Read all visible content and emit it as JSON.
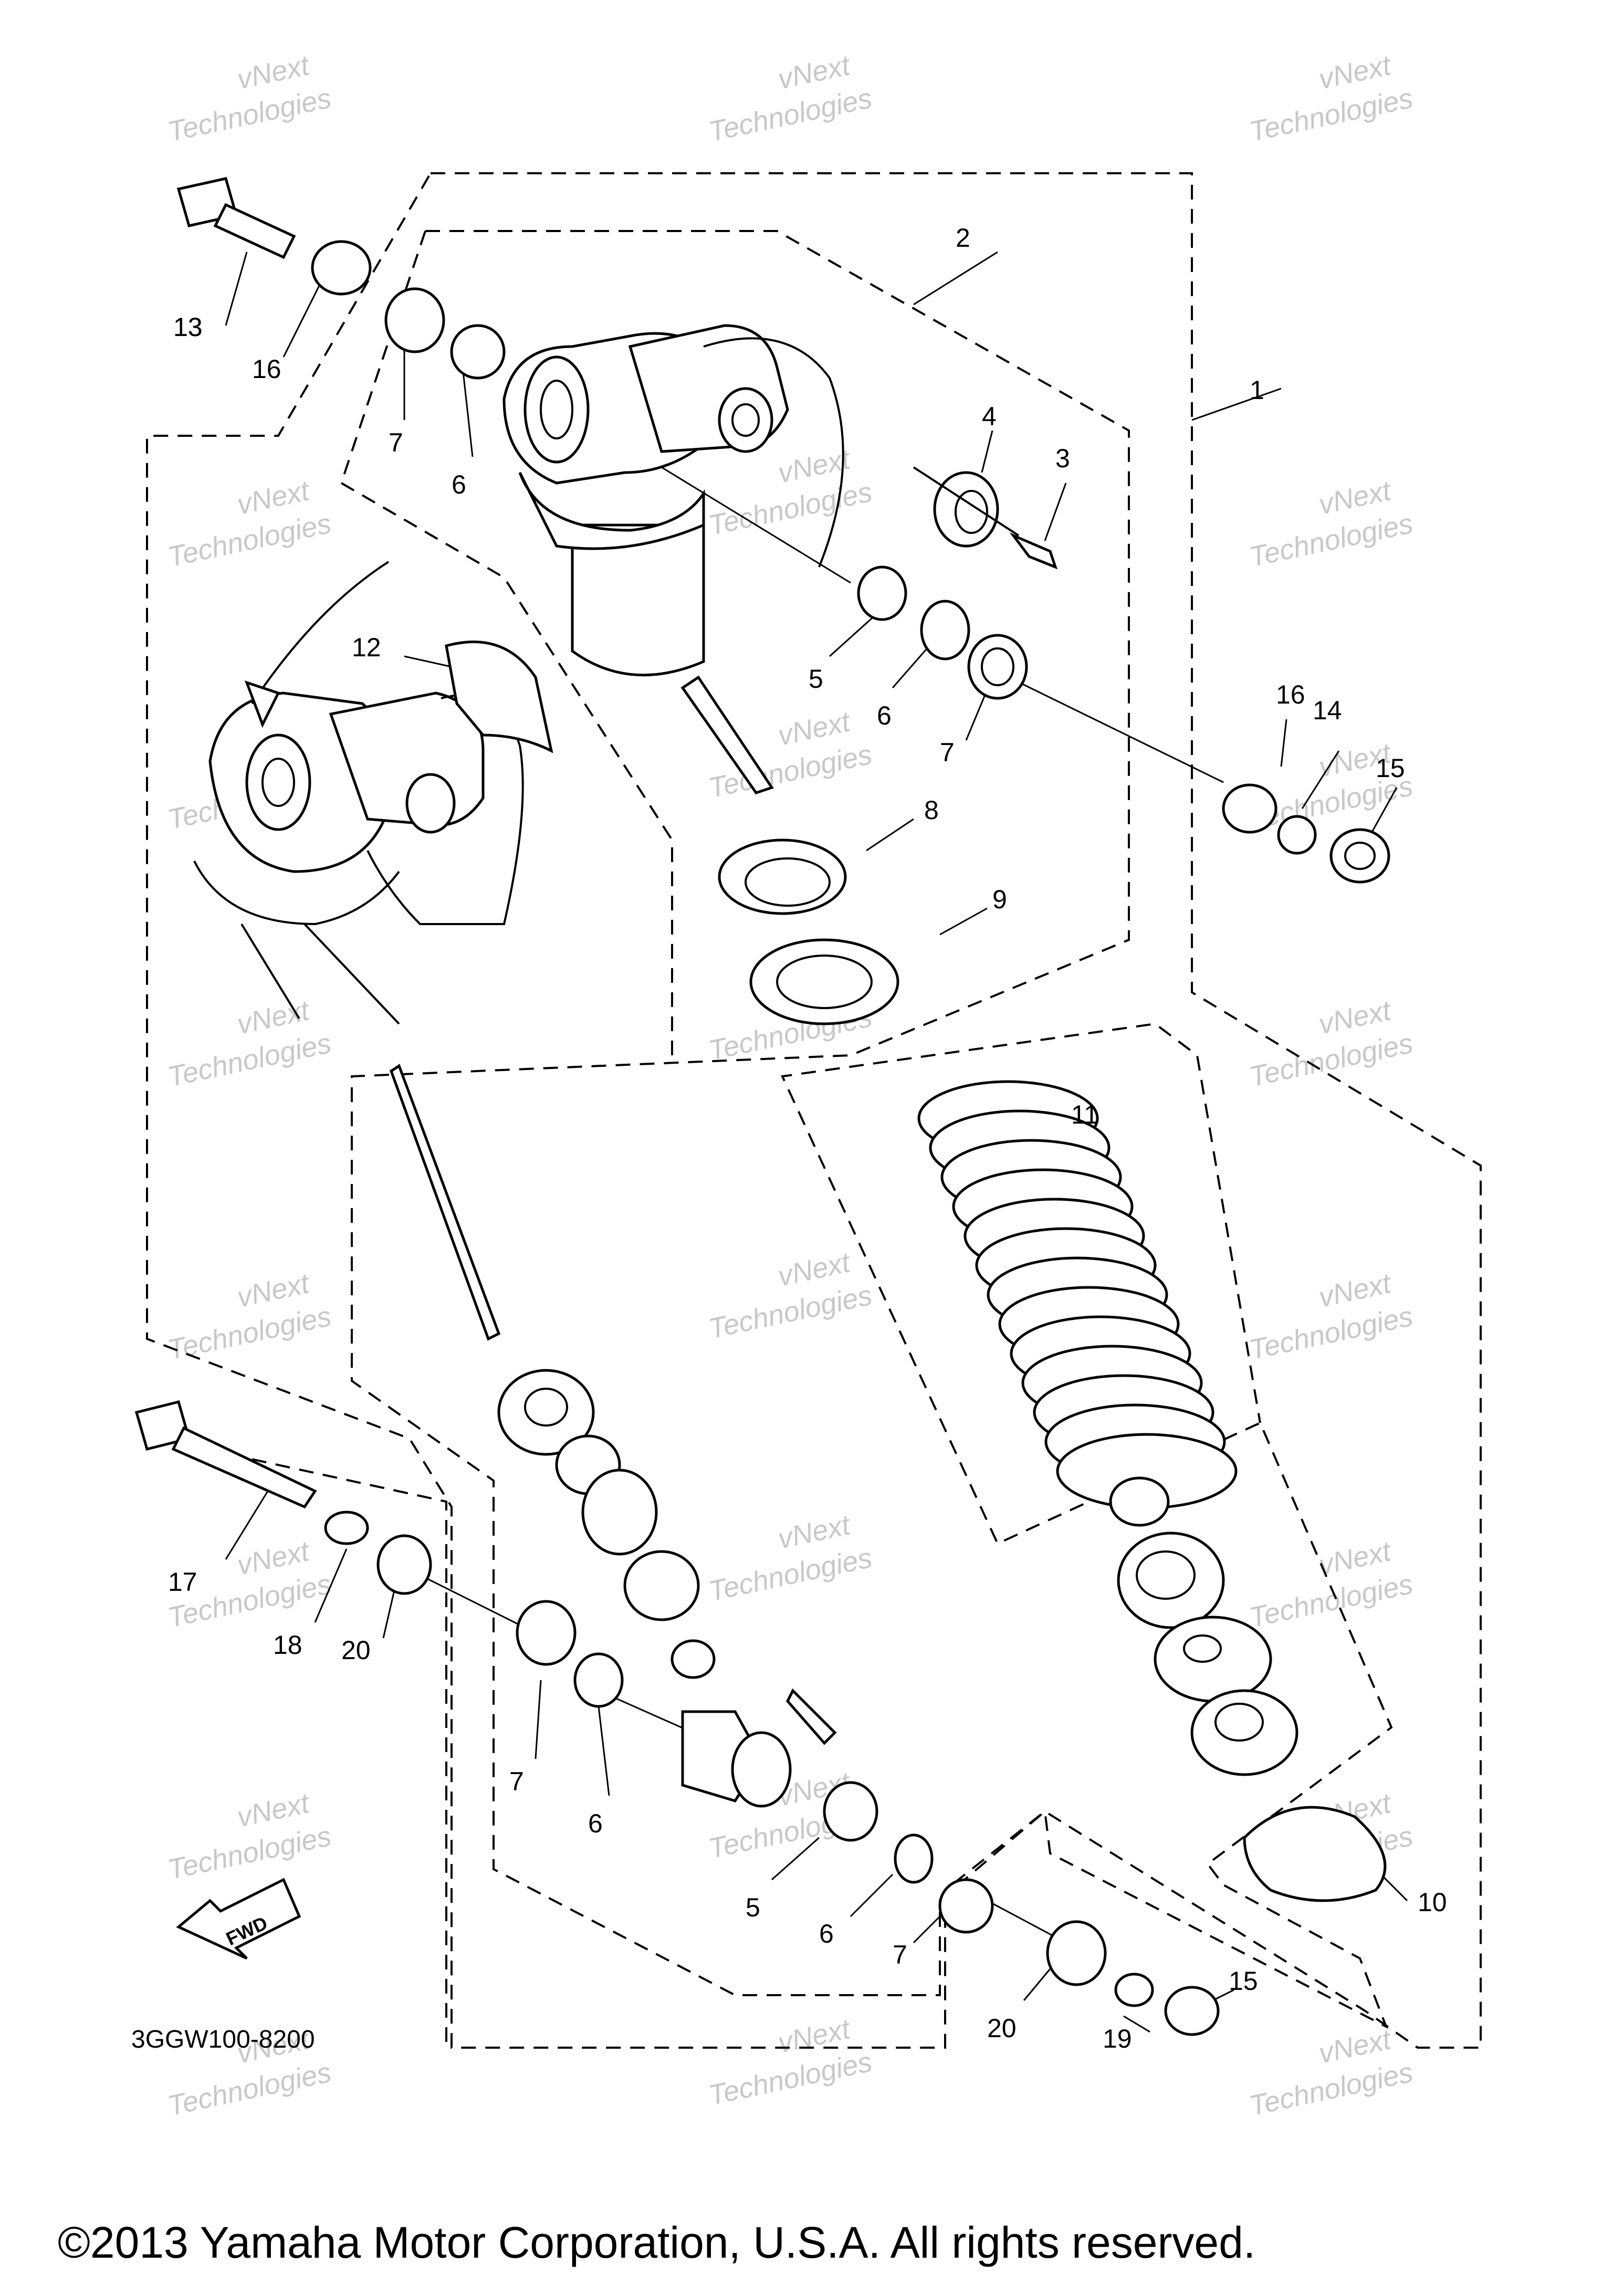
{
  "watermark": {
    "line1": "vNext",
    "line2": "Technologies"
  },
  "callouts": [
    "1",
    "2",
    "3",
    "4",
    "5",
    "6",
    "7",
    "8",
    "9",
    "10",
    "11",
    "12",
    "13",
    "14",
    "15",
    "16",
    "17",
    "18",
    "19",
    "20"
  ],
  "diagram_code": "3GGW100-8200",
  "fwd_label": "FWD",
  "copyright": "©2013 Yamaha Motor Corporation, U.S.A. All rights reserved."
}
